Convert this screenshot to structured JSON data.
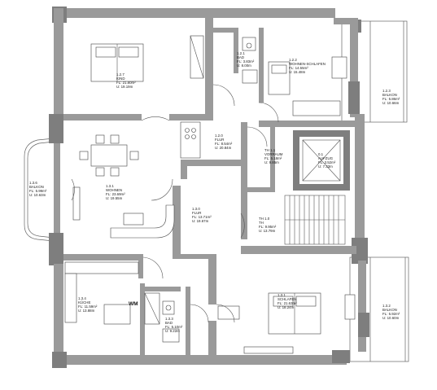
{
  "plan": {
    "rooms": [
      {
        "id": "r127",
        "lines": [
          "1.2.7",
          "KIND",
          "FL: 21.80m²",
          "U:   19.19m"
        ]
      },
      {
        "id": "r121",
        "lines": [
          "1.2.1",
          "BAD",
          "FL: 3.83m²",
          "U:   8.00m"
        ]
      },
      {
        "id": "r122",
        "lines": [
          "1.2.2",
          "WOHNEN-SCHLAFEN",
          "FL: 14.55m²",
          "U:   15.48m"
        ]
      },
      {
        "id": "r123",
        "lines": [
          "1.2.3",
          "BALKON",
          "FL: 5.86m²",
          "U:   10.66m"
        ]
      },
      {
        "id": "r120",
        "lines": [
          "1.2.0",
          "FLUR",
          "FL: 8.54m²",
          "U:   20.84m"
        ]
      },
      {
        "id": "th11",
        "lines": [
          "TH 1.1",
          "VORRAUM",
          "FL: 5.18m²",
          "U:   9.85m"
        ]
      },
      {
        "id": "r01",
        "lines": [
          "0.1",
          "AUFZUG",
          "FL: 3.52m²",
          "U:   7.33m"
        ]
      },
      {
        "id": "r136",
        "lines": [
          "1.3.6",
          "BALKON",
          "FL: 5.99m²",
          "U:   10.63m"
        ]
      },
      {
        "id": "r131",
        "lines": [
          "1.3.1",
          "WOHNEN",
          "FL: 23.69m²",
          "U:   19.55m"
        ]
      },
      {
        "id": "r130",
        "lines": [
          "1.3.0",
          "FLUR",
          "FL: 13.71m²",
          "U:   19.67m"
        ]
      },
      {
        "id": "th10",
        "lines": [
          "TH 1.0",
          "TH",
          "FL: 9.95m²",
          "U:   13.79m"
        ]
      },
      {
        "id": "r134",
        "lines": [
          "1.3.4",
          "KÜCHE",
          "FL: 11.59m²",
          "U:   13.88m"
        ]
      },
      {
        "id": "r133",
        "lines": [
          "1.3.3",
          "BAD",
          "FL: 5.10m²",
          "U:   9.22m"
        ]
      },
      {
        "id": "r131b",
        "lines": [
          "1.3.1",
          "SCHLAFEN",
          "FL: 21.63m²",
          "U:   18.24m"
        ]
      },
      {
        "id": "r132",
        "lines": [
          "1.3.2",
          "BALKON",
          "FL: 5.92m²",
          "U:   10.60m"
        ]
      }
    ],
    "wm_label": "WM"
  }
}
